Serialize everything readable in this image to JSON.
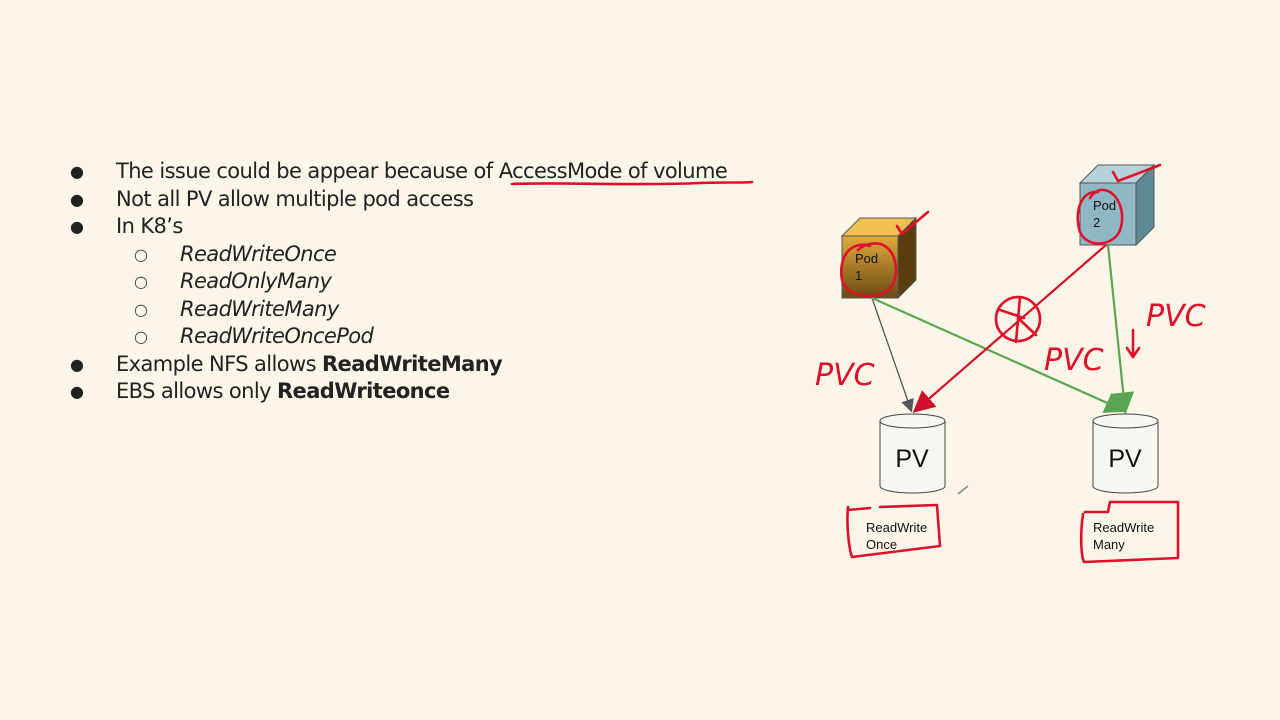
{
  "bullets": [
    {
      "text": "The issue could be appear because of ",
      "underlined": "AccessMode of volume"
    },
    {
      "text": "Not all PV allow multiple pod access"
    },
    {
      "text": "In K8’s"
    },
    {
      "text": "Example NFS allows ",
      "bold": "ReadWriteMany"
    },
    {
      "text": "EBS allows only ",
      "bold": "ReadWriteonce"
    }
  ],
  "sub_bullets": [
    "ReadWriteOnce",
    "ReadOnlyMany",
    "ReadWriteMany",
    "ReadWriteOncePod"
  ],
  "bullet_glyph": "●",
  "sub_glyph": "○",
  "diagram": {
    "pod1": {
      "line1": "Pod",
      "line2": "1",
      "color": "#c8962a"
    },
    "pod2": {
      "line1": "Pod",
      "line2": "2",
      "color": "#8fb8c4"
    },
    "pv1": {
      "label": "PV",
      "mode_line1": "ReadWrite",
      "mode_line2": "Once"
    },
    "pv2": {
      "label": "PV",
      "mode_line1": "ReadWrite",
      "mode_line2": "Many"
    },
    "annotations": {
      "pvc_left": "PVC",
      "pvc_middle": "PVC",
      "pvc_right": "PVC"
    },
    "colors": {
      "allowed": "#5aa552",
      "denied": "#d0102a",
      "default": "#555555",
      "ink": "#e0102a"
    }
  }
}
